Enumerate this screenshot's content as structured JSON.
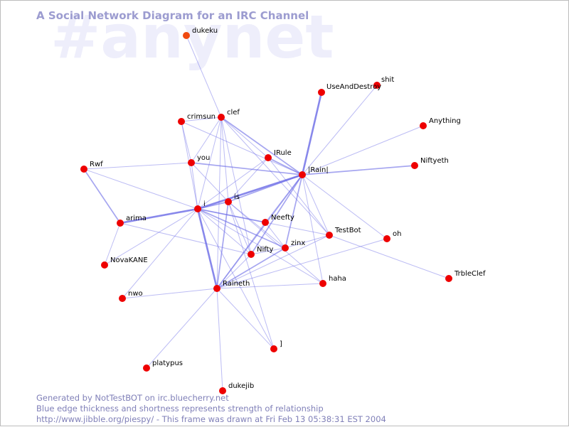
{
  "title": "A Social Network Diagram for an IRC Channel",
  "channel": "#anynet",
  "colors": {
    "background": "#ffffff",
    "edge": "#6a6ae6",
    "node": "#ee0000",
    "node_inactive": "#f04a10",
    "title": "#9c9cd0",
    "watermark": "#eeeefb",
    "footer_text": "#8080b8"
  },
  "nodes": [
    {
      "id": "dukeku",
      "label": "dukeku"
    },
    {
      "id": "shit",
      "label": "shit"
    },
    {
      "id": "UseAndDestroy",
      "label": "UseAndDestroy"
    },
    {
      "id": "crimsun",
      "label": "crimsun"
    },
    {
      "id": "clef",
      "label": "clef"
    },
    {
      "id": "Anything",
      "label": "Anything"
    },
    {
      "id": "IRule",
      "label": "IRule"
    },
    {
      "id": "Niftyeth",
      "label": "Niftyeth"
    },
    {
      "id": "Rwf",
      "label": "Rwf"
    },
    {
      "id": "you",
      "label": "you"
    },
    {
      "id": "IRain",
      "label": "|Rain|"
    },
    {
      "id": "is",
      "label": "is"
    },
    {
      "id": "i",
      "label": "i"
    },
    {
      "id": "arima",
      "label": "arima"
    },
    {
      "id": "Neefty",
      "label": "Neefty"
    },
    {
      "id": "TestBot",
      "label": "TestBot"
    },
    {
      "id": "oh",
      "label": "oh"
    },
    {
      "id": "zinx",
      "label": "zinx"
    },
    {
      "id": "Nifty",
      "label": "Nifty"
    },
    {
      "id": "NovaKANE",
      "label": "NovaKANE"
    },
    {
      "id": "TrbleClef",
      "label": "TrbleClef"
    },
    {
      "id": "haha",
      "label": "haha"
    },
    {
      "id": "Raineth",
      "label": "Raineth"
    },
    {
      "id": "nwo",
      "label": "nwo"
    },
    {
      "id": "bracket",
      "label": "]"
    },
    {
      "id": "platypus",
      "label": "platypus"
    },
    {
      "id": "dukejib",
      "label": "dukejib"
    }
  ],
  "edges": [
    {
      "from": "dukeku",
      "to": "clef",
      "strength": 1
    },
    {
      "from": "shit",
      "to": "IRain",
      "strength": 1
    },
    {
      "from": "UseAndDestroy",
      "to": "IRain",
      "strength": 3
    },
    {
      "from": "Anything",
      "to": "IRain",
      "strength": 1
    },
    {
      "from": "Niftyeth",
      "to": "IRain",
      "strength": 2
    },
    {
      "from": "crimsun",
      "to": "you",
      "strength": 1
    },
    {
      "from": "crimsun",
      "to": "i",
      "strength": 1
    },
    {
      "from": "crimsun",
      "to": "IRain",
      "strength": 1
    },
    {
      "from": "crimsun",
      "to": "clef",
      "strength": 1
    },
    {
      "from": "clef",
      "to": "you",
      "strength": 1
    },
    {
      "from": "clef",
      "to": "i",
      "strength": 1
    },
    {
      "from": "clef",
      "to": "IRain",
      "strength": 2
    },
    {
      "from": "clef",
      "to": "TestBot",
      "strength": 1
    },
    {
      "from": "clef",
      "to": "Raineth",
      "strength": 1
    },
    {
      "from": "clef",
      "to": "Nifty",
      "strength": 1
    },
    {
      "from": "clef",
      "to": "IRule",
      "strength": 1
    },
    {
      "from": "clef",
      "to": "is",
      "strength": 1
    },
    {
      "from": "IRule",
      "to": "IRain",
      "strength": 2
    },
    {
      "from": "IRule",
      "to": "i",
      "strength": 1
    },
    {
      "from": "IRule",
      "to": "TestBot",
      "strength": 1
    },
    {
      "from": "IRule",
      "to": "is",
      "strength": 1
    },
    {
      "from": "Rwf",
      "to": "you",
      "strength": 1
    },
    {
      "from": "Rwf",
      "to": "arima",
      "strength": 2
    },
    {
      "from": "Rwf",
      "to": "i",
      "strength": 1
    },
    {
      "from": "you",
      "to": "IRain",
      "strength": 2
    },
    {
      "from": "you",
      "to": "i",
      "strength": 1
    },
    {
      "from": "you",
      "to": "is",
      "strength": 1
    },
    {
      "from": "IRain",
      "to": "i",
      "strength": 3
    },
    {
      "from": "IRain",
      "to": "is",
      "strength": 2
    },
    {
      "from": "IRain",
      "to": "Raineth",
      "strength": 2
    },
    {
      "from": "IRain",
      "to": "zinx",
      "strength": 2
    },
    {
      "from": "IRain",
      "to": "Nifty",
      "strength": 2
    },
    {
      "from": "IRain",
      "to": "TestBot",
      "strength": 1
    },
    {
      "from": "IRain",
      "to": "haha",
      "strength": 1
    },
    {
      "from": "IRain",
      "to": "Neefty",
      "strength": 1
    },
    {
      "from": "IRain",
      "to": "oh",
      "strength": 1
    },
    {
      "from": "i",
      "to": "arima",
      "strength": 3
    },
    {
      "from": "i",
      "to": "is",
      "strength": 2
    },
    {
      "from": "i",
      "to": "Raineth",
      "strength": 3
    },
    {
      "from": "i",
      "to": "Neefty",
      "strength": 2
    },
    {
      "from": "i",
      "to": "zinx",
      "strength": 2
    },
    {
      "from": "i",
      "to": "Nifty",
      "strength": 1
    },
    {
      "from": "i",
      "to": "NovaKANE",
      "strength": 1
    },
    {
      "from": "i",
      "to": "nwo",
      "strength": 1
    },
    {
      "from": "i",
      "to": "TestBot",
      "strength": 1
    },
    {
      "from": "i",
      "to": "haha",
      "strength": 1
    },
    {
      "from": "i",
      "to": "bracket",
      "strength": 1
    },
    {
      "from": "is",
      "to": "Raineth",
      "strength": 2
    },
    {
      "from": "is",
      "to": "Nifty",
      "strength": 1
    },
    {
      "from": "is",
      "to": "zinx",
      "strength": 1
    },
    {
      "from": "is",
      "to": "haha",
      "strength": 1
    },
    {
      "from": "is",
      "to": "bracket",
      "strength": 1
    },
    {
      "from": "arima",
      "to": "NovaKANE",
      "strength": 1
    },
    {
      "from": "arima",
      "to": "Nifty",
      "strength": 1
    },
    {
      "from": "Neefty",
      "to": "Raineth",
      "strength": 1
    },
    {
      "from": "Neefty",
      "to": "zinx",
      "strength": 1
    },
    {
      "from": "zinx",
      "to": "Raineth",
      "strength": 2
    },
    {
      "from": "zinx",
      "to": "Nifty",
      "strength": 1
    },
    {
      "from": "Raineth",
      "to": "Nifty",
      "strength": 1
    },
    {
      "from": "Raineth",
      "to": "TestBot",
      "strength": 1
    },
    {
      "from": "Raineth",
      "to": "haha",
      "strength": 1
    },
    {
      "from": "Raineth",
      "to": "nwo",
      "strength": 1
    },
    {
      "from": "Raineth",
      "to": "bracket",
      "strength": 1
    },
    {
      "from": "Raineth",
      "to": "platypus",
      "strength": 1
    },
    {
      "from": "Raineth",
      "to": "dukejib",
      "strength": 1
    },
    {
      "from": "Raineth",
      "to": "oh",
      "strength": 1
    },
    {
      "from": "TestBot",
      "to": "TrbleClef",
      "strength": 1
    },
    {
      "from": "TestBot",
      "to": "zinx",
      "strength": 1
    }
  ],
  "footer": {
    "line1": "Generated by NotTestBOT on irc.bluecherry.net",
    "line2": "Blue edge thickness and shortness represents strength of relationship",
    "line3": "http://www.jibble.org/piespy/ - This frame was drawn at Fri Feb 13 05:38:31 EST 2004"
  }
}
